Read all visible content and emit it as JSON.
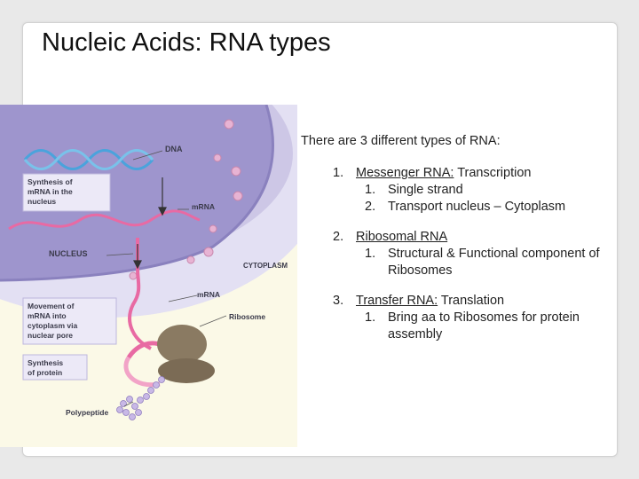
{
  "slide": {
    "title": "Nucleic Acids: RNA types"
  },
  "figure": {
    "labels": {
      "dna": "DNA",
      "synthesis_mrna": [
        "Synthesis of",
        "mRNA in the",
        "nucleus"
      ],
      "mrna_1": "mRNA",
      "nucleus": "NUCLEUS",
      "cytoplasm": "CYTOPLASM",
      "mrna_2": "mRNA",
      "movement": [
        "Movement of",
        "mRNA into",
        "cytoplasm via",
        "nuclear pore"
      ],
      "ribosome": "Ribosome",
      "synthesis_protein": [
        "Synthesis",
        "of protein"
      ],
      "polypeptide": "Polypeptide"
    },
    "colors": {
      "background": "#fbf9e7",
      "nucleus": "#b2a9d8",
      "cytoplasm": "#d7d3ee",
      "mrna": "#e86aa3",
      "dna": "#5aaee0",
      "ribosome": "#8a7a62",
      "polypeptide": "#c8b8e6",
      "label_box": "#ece9f7"
    }
  },
  "content": {
    "intro": "There are 3 different types of RNA:",
    "types": [
      {
        "number": "1.",
        "name": "Messenger RNA:",
        "role": "Transcription",
        "details": [
          {
            "number": "1.",
            "text": "Single strand"
          },
          {
            "number": "2.",
            "text": "Transport nucleus – Cytoplasm"
          }
        ]
      },
      {
        "number": "2.",
        "name": "Ribosomal RNA",
        "role": "",
        "details": [
          {
            "number": "1.",
            "text": "Structural & Functional component of Ribosomes"
          }
        ]
      },
      {
        "number": "3.",
        "name": "Transfer RNA:",
        "role": "Translation",
        "details": [
          {
            "number": "1.",
            "text": "Bring aa to Ribosomes for protein assembly"
          }
        ]
      }
    ]
  }
}
